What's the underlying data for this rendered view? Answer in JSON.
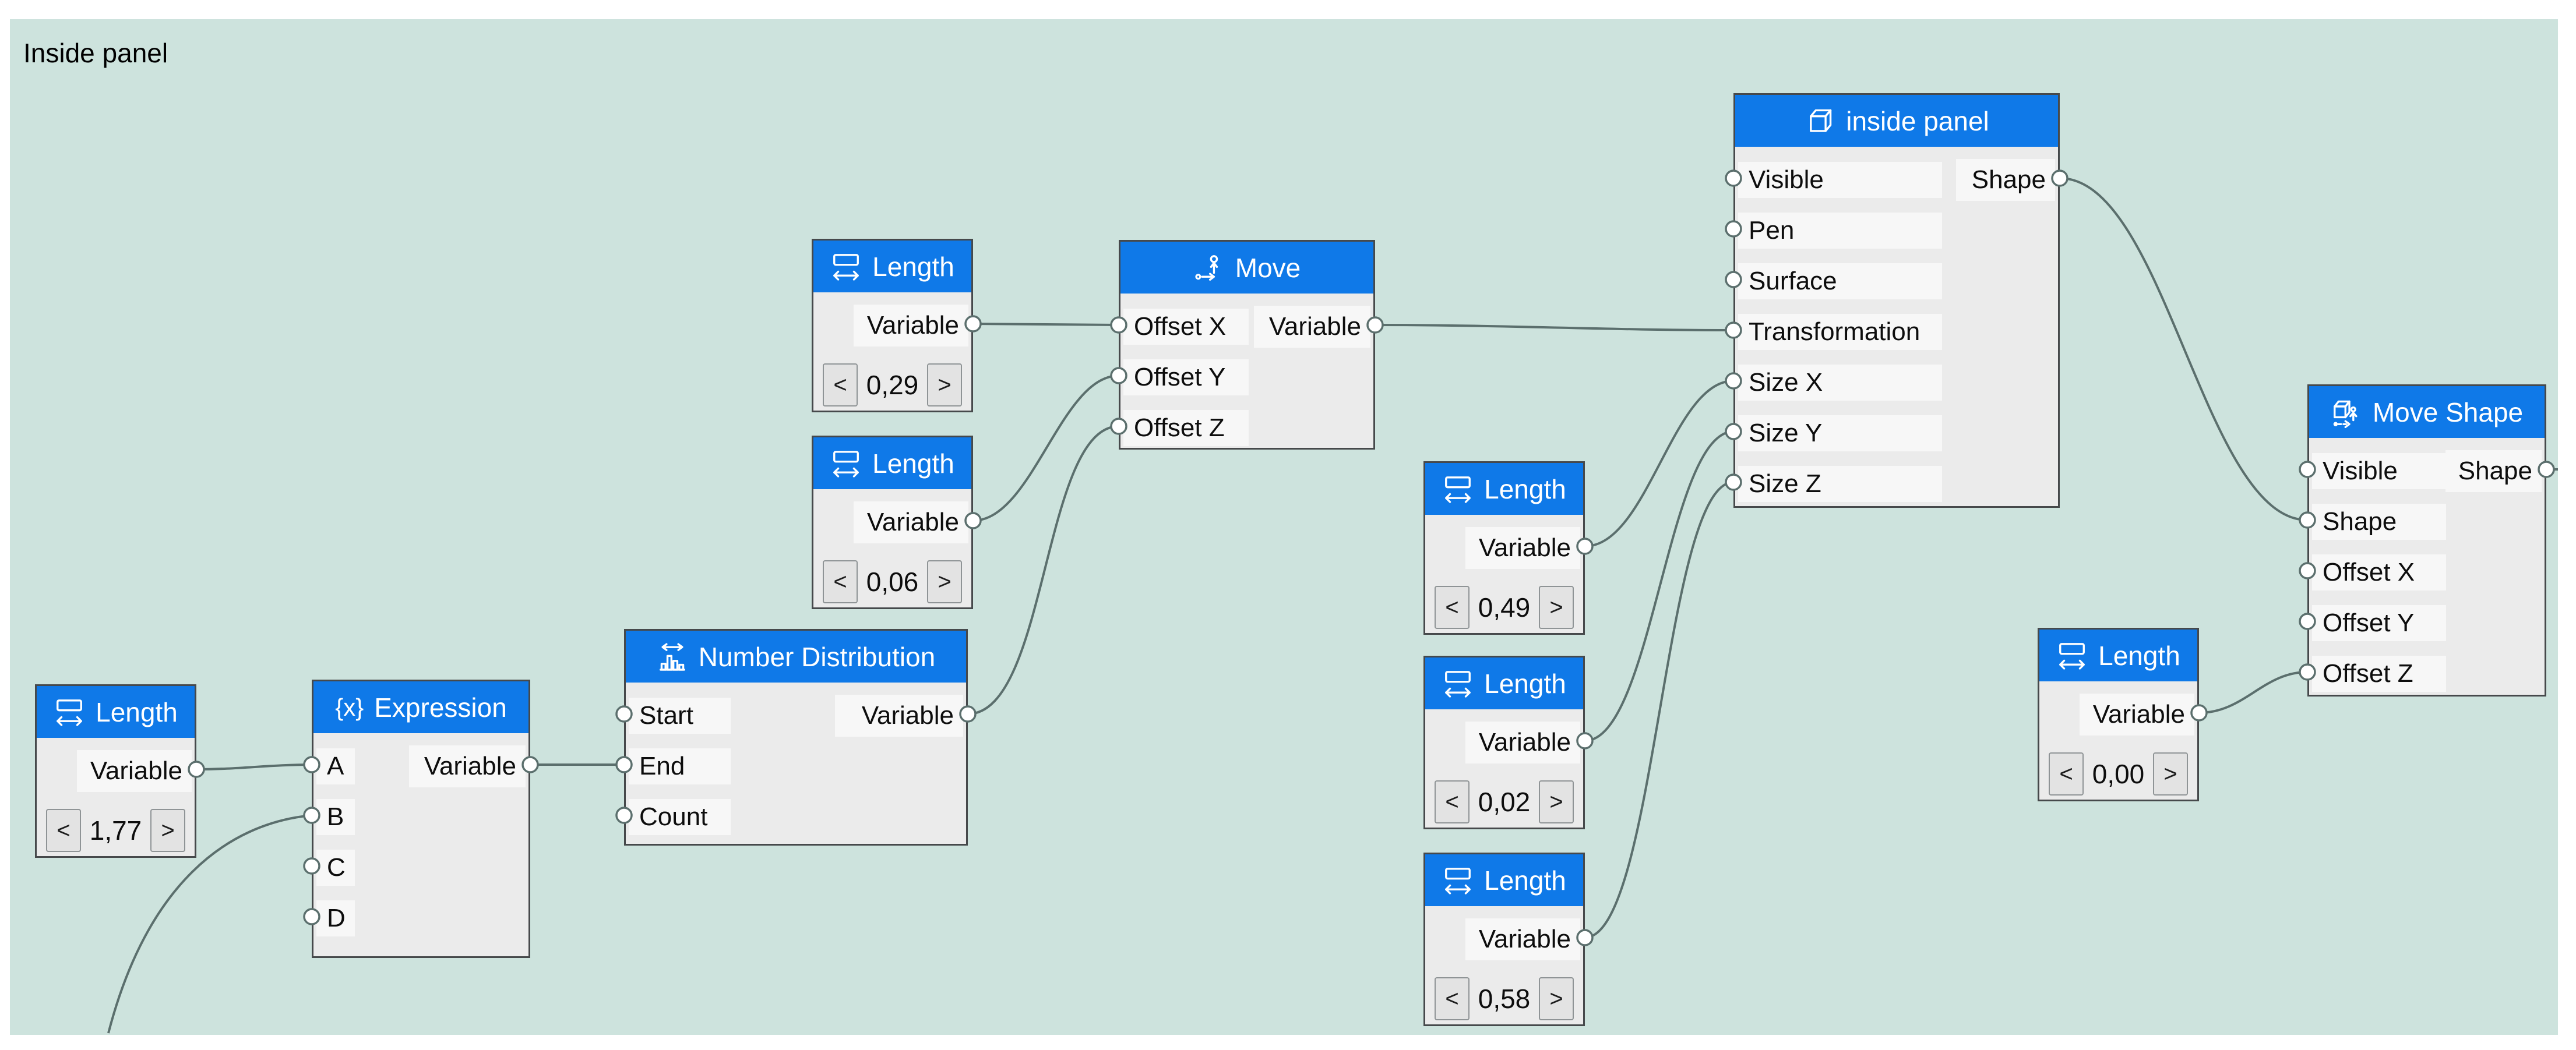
{
  "canvas": {
    "title": "Inside panel"
  },
  "colors": {
    "page_bg": "#ffffff",
    "canvas_bg": "#cde3dd",
    "header_blue": "#0f79e8",
    "node_body": "#ebebeb",
    "row_bg": "#f7f7f7",
    "node_border": "#46494b",
    "wire": "#5b6f6d",
    "port_fill": "#ffffff",
    "text": "#0d0d0d",
    "header_text": "#ffffff"
  },
  "nodes": [
    {
      "title": "Length",
      "icon": "length-icon",
      "outputs": [
        "Variable"
      ],
      "stepper": {
        "dec": "<",
        "value": "1,77",
        "inc": ">"
      }
    },
    {
      "title": "Expression",
      "icon": "expression-icon",
      "icon_glyph": "{x}",
      "inputs": [
        "A",
        "B",
        "C",
        "D"
      ],
      "outputs": [
        "Variable"
      ]
    },
    {
      "title": "Number Distribution",
      "icon": "number-distribution-icon",
      "inputs": [
        "Start",
        "End",
        "Count"
      ],
      "outputs": [
        "Variable"
      ]
    },
    {
      "title": "Length",
      "icon": "length-icon",
      "outputs": [
        "Variable"
      ],
      "stepper": {
        "dec": "<",
        "value": "0,29",
        "inc": ">"
      }
    },
    {
      "title": "Length",
      "icon": "length-icon",
      "outputs": [
        "Variable"
      ],
      "stepper": {
        "dec": "<",
        "value": "0,06",
        "inc": ">"
      }
    },
    {
      "title": "Move",
      "icon": "move-icon",
      "inputs": [
        "Offset X",
        "Offset Y",
        "Offset Z"
      ],
      "outputs": [
        "Variable"
      ]
    },
    {
      "title": "Length",
      "icon": "length-icon",
      "outputs": [
        "Variable"
      ],
      "stepper": {
        "dec": "<",
        "value": "0,49",
        "inc": ">"
      }
    },
    {
      "title": "Length",
      "icon": "length-icon",
      "outputs": [
        "Variable"
      ],
      "stepper": {
        "dec": "<",
        "value": "0,02",
        "inc": ">"
      }
    },
    {
      "title": "Length",
      "icon": "length-icon",
      "outputs": [
        "Variable"
      ],
      "stepper": {
        "dec": "<",
        "value": "0,58",
        "inc": ">"
      }
    },
    {
      "title": "inside panel",
      "icon": "cube-icon",
      "inputs": [
        "Visible",
        "Pen",
        "Surface",
        "Transformation",
        "Size X",
        "Size Y",
        "Size Z"
      ],
      "outputs": [
        "Shape"
      ]
    },
    {
      "title": "Length",
      "icon": "length-icon",
      "outputs": [
        "Variable"
      ],
      "stepper": {
        "dec": "<",
        "value": "0,00",
        "inc": ">"
      }
    },
    {
      "title": "Move Shape",
      "icon": "move-shape-icon",
      "inputs": [
        "Visible",
        "Shape",
        "Offset X",
        "Offset Y",
        "Offset Z"
      ],
      "outputs": [
        "Shape"
      ]
    }
  ],
  "connections": [
    {
      "from": "Length (1,77) Variable",
      "to": "Expression A"
    },
    {
      "from": "off-canvas (bottom)",
      "to": "Expression B"
    },
    {
      "from": "Expression Variable",
      "to": "Number Distribution End"
    },
    {
      "from": "Number Distribution Variable",
      "to": "Move Offset Z"
    },
    {
      "from": "Length (0,06) Variable",
      "to": "Move Offset Y"
    },
    {
      "from": "Length (0,29) Variable",
      "to": "Move Offset X"
    },
    {
      "from": "Move Variable",
      "to": "inside panel Transformation"
    },
    {
      "from": "Length (0,49) Variable",
      "to": "inside panel Size X"
    },
    {
      "from": "Length (0,02) Variable",
      "to": "inside panel Size Y"
    },
    {
      "from": "Length (0,58) Variable",
      "to": "inside panel Size Z"
    },
    {
      "from": "inside panel Shape",
      "to": "Move Shape Shape"
    },
    {
      "from": "Length (0,00) Variable",
      "to": "Move Shape Offset Z"
    },
    {
      "from": "Move Shape Shape",
      "to": "canvas right edge"
    }
  ]
}
